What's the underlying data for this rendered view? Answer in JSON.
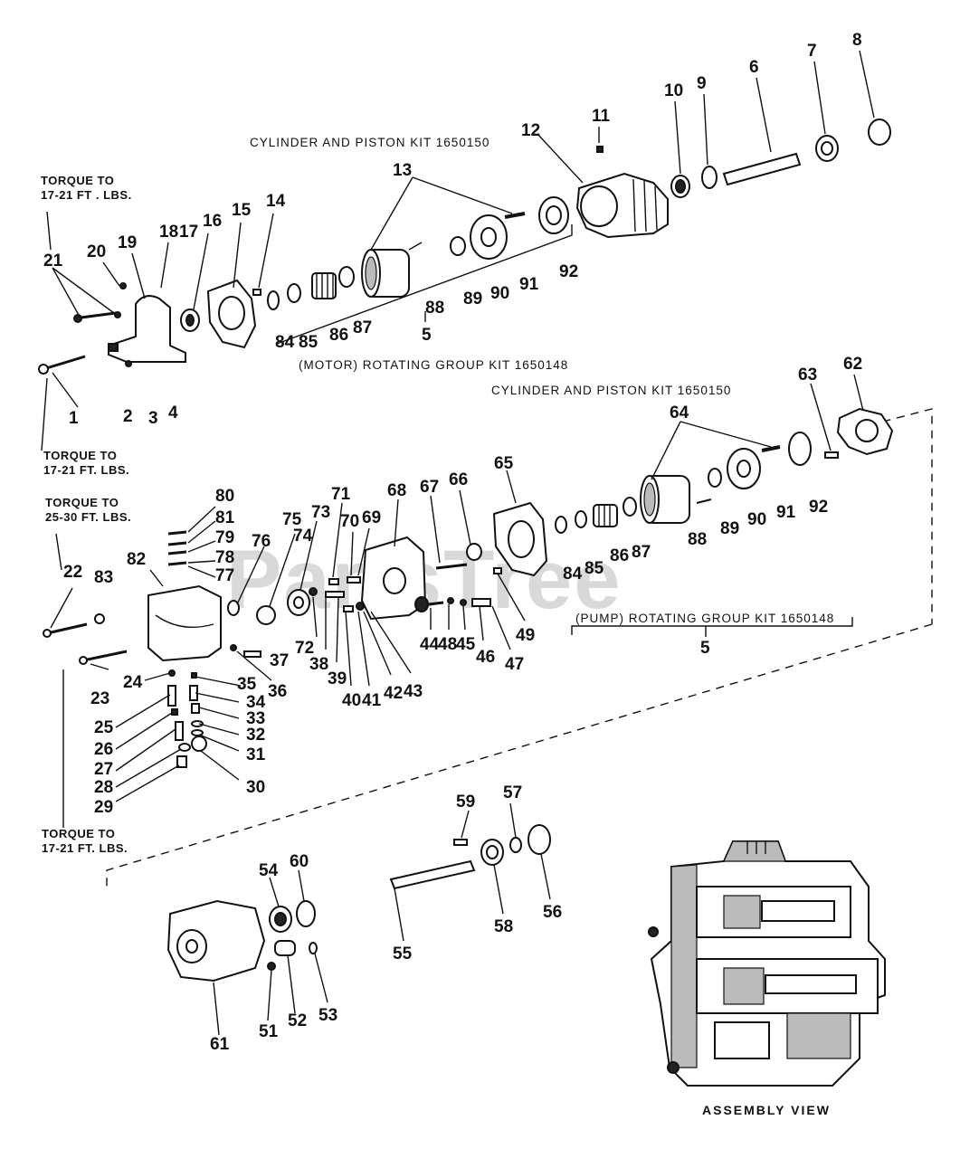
{
  "watermark": "PartsTree",
  "notes": {
    "torque_top": [
      "TORQUE TO",
      "17-21 FT . LBS."
    ],
    "torque_mid": [
      "TORQUE TO",
      "17-21 FT. LBS."
    ],
    "torque_25": [
      "TORQUE TO",
      "25-30 FT. LBS."
    ],
    "torque_bottom": [
      "TORQUE TO",
      "17-21 FT. LBS."
    ]
  },
  "kits": {
    "motor_cylinder": "CYLINDER AND PISTON KIT 1650150",
    "motor_rotating": "(MOTOR) ROTATING GROUP KIT 1650148",
    "pump_cylinder": "CYLINDER AND PISTON KIT 1650150",
    "pump_rotating": "(PUMP) ROTATING GROUP KIT 1650148"
  },
  "assembly_view_label": "ASSEMBLY VIEW",
  "part_numbers": [
    "1",
    "2",
    "3",
    "4",
    "5",
    "5",
    "6",
    "7",
    "8",
    "9",
    "10",
    "11",
    "12",
    "13",
    "14",
    "15",
    "16",
    "17",
    "18",
    "19",
    "20",
    "21",
    "22",
    "23",
    "24",
    "25",
    "26",
    "27",
    "28",
    "29",
    "30",
    "31",
    "32",
    "33",
    "34",
    "35",
    "36",
    "37",
    "38",
    "39",
    "40",
    "41",
    "42",
    "43",
    "44",
    "45",
    "46",
    "47",
    "48",
    "49",
    "51",
    "52",
    "53",
    "54",
    "55",
    "56",
    "57",
    "58",
    "59",
    "60",
    "61",
    "62",
    "63",
    "64",
    "65",
    "66",
    "67",
    "68",
    "69",
    "70",
    "71",
    "72",
    "73",
    "74",
    "75",
    "76",
    "77",
    "78",
    "79",
    "80",
    "81",
    "82",
    "83",
    "84",
    "85",
    "86",
    "87",
    "88",
    "89",
    "90",
    "91",
    "92",
    "84",
    "85",
    "86",
    "87",
    "88",
    "89",
    "90",
    "91",
    "92"
  ]
}
